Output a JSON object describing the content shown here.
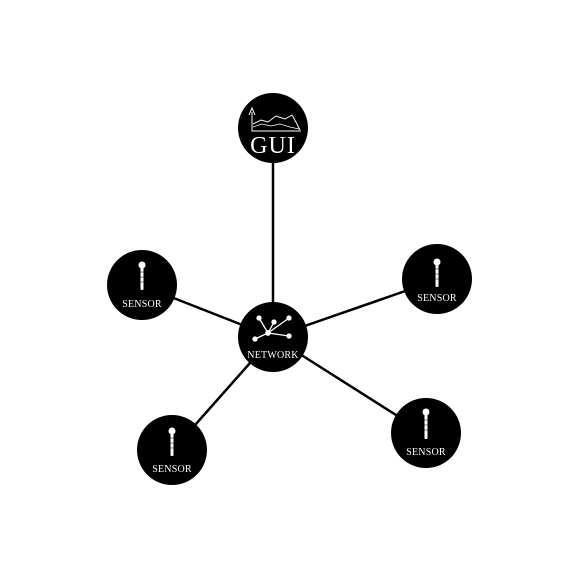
{
  "diagram": {
    "colors": {
      "background": "#ffffff",
      "node_fill": "#000000",
      "edge": "#000000",
      "label": "#ffffff"
    },
    "nodes": {
      "gui": {
        "label": "GUI",
        "icon": "line-chart-icon"
      },
      "network": {
        "label": "NETWORK",
        "icon": "network-hub-icon"
      },
      "sensor_left": {
        "label": "SENSOR",
        "icon": "thermometer-probe-icon"
      },
      "sensor_right": {
        "label": "SENSOR",
        "icon": "thermometer-probe-icon"
      },
      "sensor_bottom_left": {
        "label": "SENSOR",
        "icon": "thermometer-probe-icon"
      },
      "sensor_bottom_right": {
        "label": "SENSOR",
        "icon": "thermometer-probe-icon"
      }
    },
    "edges": [
      {
        "from": "network",
        "to": "gui"
      },
      {
        "from": "network",
        "to": "sensor_left"
      },
      {
        "from": "network",
        "to": "sensor_right"
      },
      {
        "from": "network",
        "to": "sensor_bottom_left"
      },
      {
        "from": "network",
        "to": "sensor_bottom_right"
      }
    ]
  }
}
